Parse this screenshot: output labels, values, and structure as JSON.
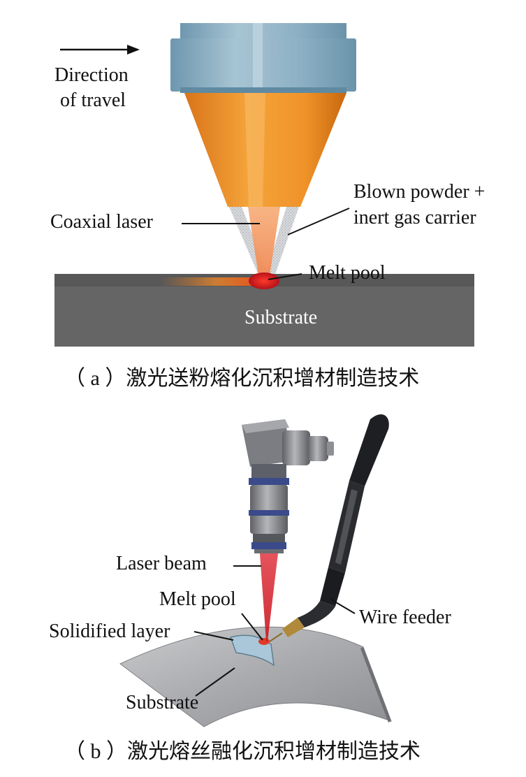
{
  "panel_a": {
    "direction_label_line1": "Direction",
    "direction_label_line2": "of travel",
    "coaxial_laser_label": "Coaxial laser",
    "blown_powder_label_line1": "Blown powder +",
    "blown_powder_label_line2": "inert gas carrier",
    "melt_pool_label": "Melt pool",
    "substrate_label": "Substrate",
    "caption": "（ a ）激光送粉熔化沉积增材制造技术"
  },
  "panel_b": {
    "laser_beam_label": "Laser beam",
    "melt_pool_label": "Melt pool",
    "solidified_layer_label": "Solidified layer",
    "wire_feeder_label": "Wire feeder",
    "substrate_label": "Substrate",
    "caption": "（ b ）激光熔丝融化沉积增材制造技术"
  },
  "colors": {
    "nozzle_cap": "#8fb2c6",
    "nozzle_cone": "#ef9a2e",
    "laser": "#f4a46a",
    "powder": "#c9ccd0",
    "melt_pool": "#d81e1e",
    "substrate": "#666666",
    "laser_beam": "#d4202a"
  }
}
